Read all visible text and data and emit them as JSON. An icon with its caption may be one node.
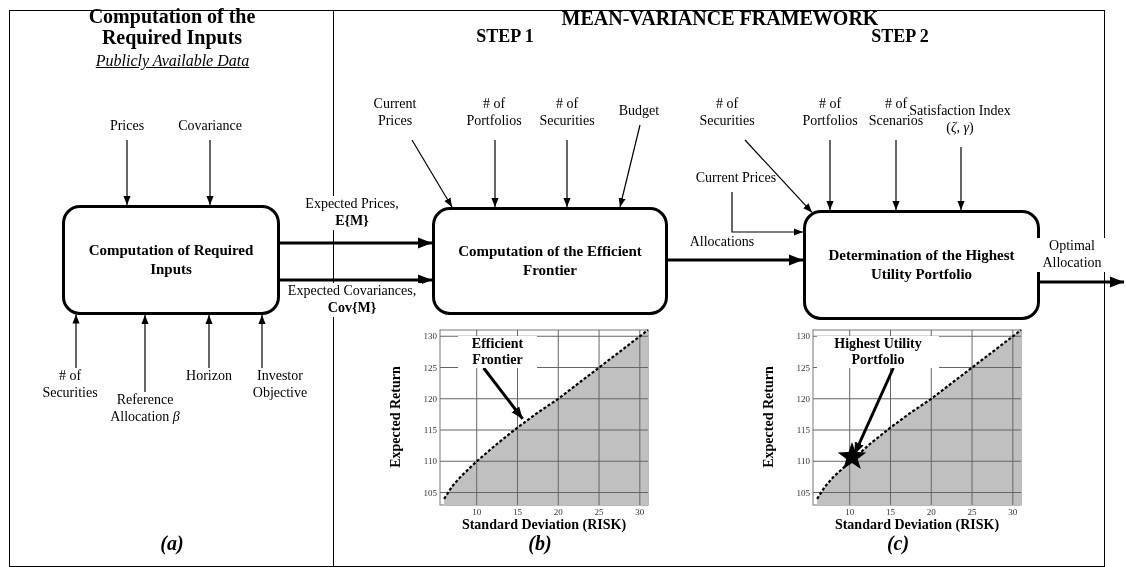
{
  "diagram": {
    "nodes": [
      {
        "text": [
          "Computation of the Required Inputs",
          "(a)"
        ]
      },
      {
        "text": [
          "MEAN-VARIANCE FRAMEWORK",
          "STEP 1",
          "STEP 2",
          "(b)",
          "(c)"
        ]
      },
      {
        "text": [
          "Prices"
        ],
        "in": 0
      },
      {
        "text": [
          "Covariance"
        ],
        "in": 0
      },
      {
        "text": [
          "Computation of Required Inputs"
        ],
        "in": 0
      },
      {
        "text": [
          "# of Securities"
        ],
        "in": 0
      },
      {
        "text": [
          "Reference Allocation *β*"
        ],
        "in": 0
      },
      {
        "text": [
          "Horizon"
        ],
        "in": 0
      },
      {
        "text": [
          "Investor Objective"
        ],
        "in": 0
      },
      {
        "text": [
          "Current Prices"
        ],
        "in": 1
      },
      {
        "text": [
          "# of Portfolios"
        ],
        "in": 1
      },
      {
        "text": [
          "# of Securities"
        ],
        "in": 1
      },
      {
        "text": [
          "Budget"
        ],
        "in": 1
      },
      {
        "text": [
          "Computation of the Efficient Frontier"
        ],
        "in": 1
      },
      {
        "text": [
          "# of Securities"
        ],
        "in": 1
      },
      {
        "text": [
          "Current Prices"
        ],
        "in": 1
      },
      {
        "text": [
          "# of Portfolios"
        ],
        "in": 1
      },
      {
        "text": [
          "# of Scenarios"
        ],
        "in": 1
      },
      {
        "text": [
          "Satisfaction Index (*ζ*, *γ*)"
        ],
        "in": 1
      },
      {
        "text": [
          "Determination of the Highest Utility Portfolio"
        ],
        "in": 1
      },
      {
        "text": [],
        "shape": "star",
        "in": 1
      }
    ],
    "edges": [
      {
        "from": 2,
        "to": 4,
        "arrow": "to"
      },
      {
        "from": 3,
        "to": 4,
        "arrow": "to"
      },
      {
        "from": 5,
        "to": 4,
        "arrow": "to"
      },
      {
        "from": 6,
        "to": 4,
        "arrow": "to"
      },
      {
        "from": 7,
        "to": 4,
        "arrow": "to"
      },
      {
        "from": 8,
        "to": 4,
        "arrow": "to"
      },
      {
        "from": 4,
        "to": 13,
        "arrow": "to",
        "label": "Expected Prices, **E{M}**",
        "style": "thick"
      },
      {
        "from": 4,
        "to": 13,
        "arrow": "to",
        "label": "Expected Covariances, **Cov{M}**",
        "style": "thick"
      },
      {
        "from": 9,
        "to": 13,
        "arrow": "to"
      },
      {
        "from": 10,
        "to": 13,
        "arrow": "to"
      },
      {
        "from": 11,
        "to": 13,
        "arrow": "to"
      },
      {
        "from": 12,
        "to": 13,
        "arrow": "to"
      },
      {
        "from": 13,
        "to": 19,
        "arrow": "to",
        "label": "Allocations",
        "style": "thick"
      },
      {
        "from": 14,
        "to": 19,
        "arrow": "to"
      },
      {
        "from": 15,
        "to": 19,
        "arrow": "to"
      },
      {
        "from": 16,
        "to": 19,
        "arrow": "to"
      },
      {
        "from": 17,
        "to": 19,
        "arrow": "to"
      },
      {
        "from": 18,
        "to": 19,
        "arrow": "to"
      },
      {
        "from": 19,
        "to": null,
        "arrow": "to",
        "label": "Optimal Allocation",
        "style": "thick"
      }
    ],
    "labels": [
      "Publicly Available Data"
    ],
    "chart_data": [
      {
        "type": "area",
        "xlabel": "Standard Deviation (RISK)",
        "ylabel": "Expected Return",
        "grid": true,
        "x": [
          6,
          7,
          8,
          10,
          12.5,
          15,
          17.5,
          20,
          22.5,
          25,
          27.5,
          30,
          31
        ],
        "series": [
          {
            "color": "#000000",
            "line_style": "dashed",
            "values": [
              104,
              106,
              107.5,
              110,
              112.8,
              115.4,
              117.8,
              120,
              122.5,
              125,
              127.5,
              130,
              131
            ]
          }
        ],
        "xlim": [
          5.5,
          31
        ],
        "ylim": [
          103,
          131
        ],
        "xticks": [
          10,
          15,
          20,
          25,
          30
        ],
        "yticks": [
          105,
          110,
          115,
          120,
          125,
          130
        ],
        "annotations": [
          {
            "text": "Efficient Frontier",
            "x": 16,
            "y": 116.3
          }
        ]
      },
      {
        "type": "area",
        "xlabel": "Standard Deviation (RISK)",
        "ylabel": "Expected Return",
        "grid": true,
        "x": [
          6,
          7,
          8,
          10,
          12.5,
          15,
          17.5,
          20,
          22.5,
          25,
          27.5,
          30,
          31
        ],
        "series": [
          {
            "color": "#000000",
            "line_style": "dashed",
            "values": [
              104,
              106,
              107.5,
              null,
              112.8,
              115.4,
              117.8,
              120,
              122.5,
              125,
              127.5,
              130,
              131
            ]
          }
        ],
        "xlim": [
          5.5,
          31
        ],
        "ylim": [
          103,
          131
        ],
        "xticks": [
          10,
          15,
          20,
          25,
          30
        ],
        "yticks": [
          105,
          110,
          115,
          120,
          125,
          130
        ],
        "annotations": [
          {
            "text": "Highest Utility Portfolio",
            "x": 10.2,
            "y": 110.6
          }
        ]
      }
    ]
  }
}
